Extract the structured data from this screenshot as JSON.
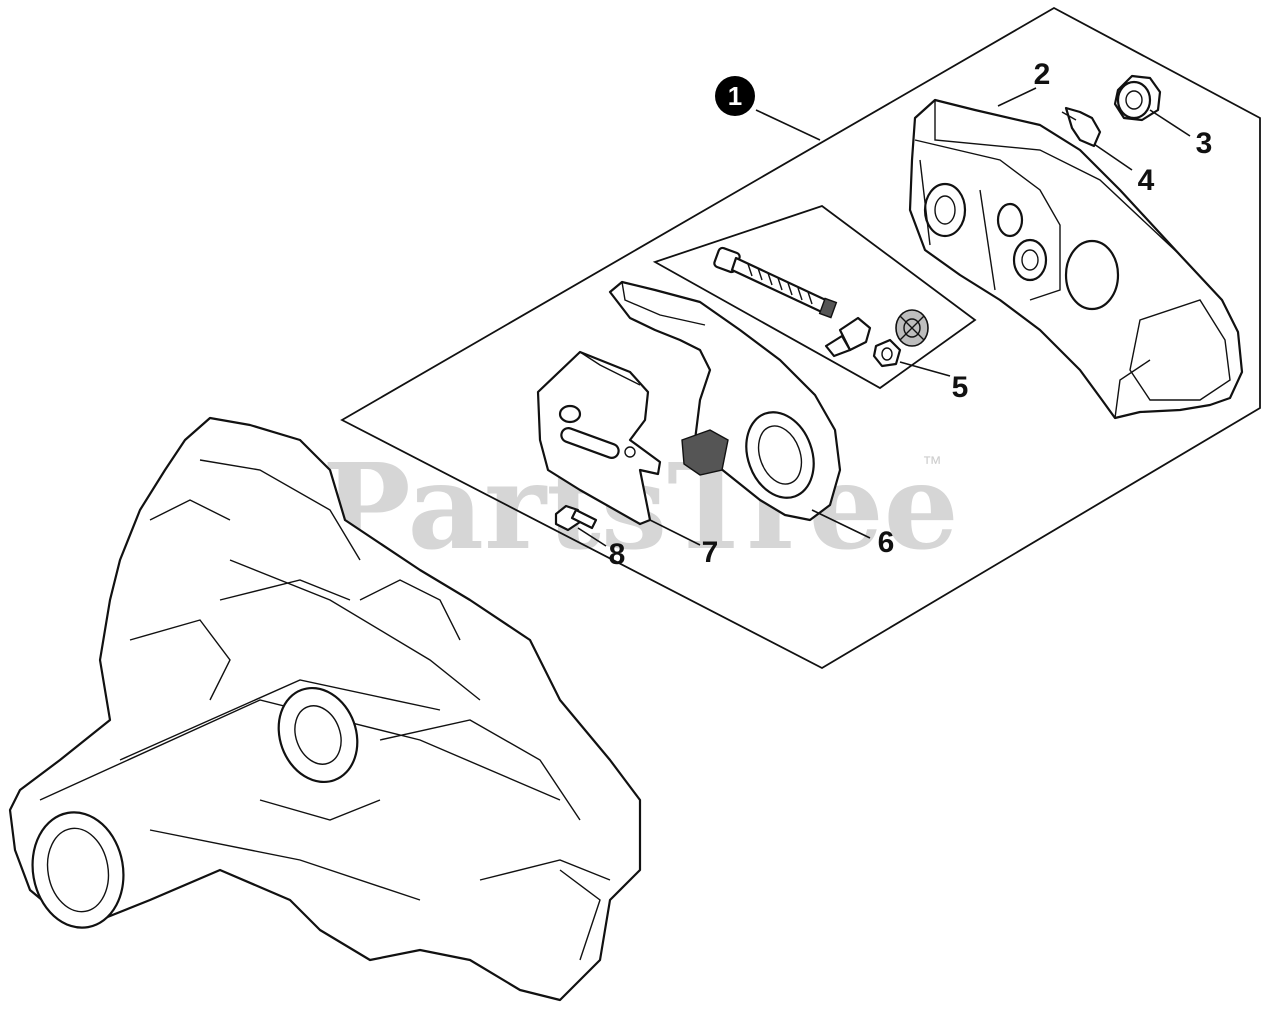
{
  "watermark": {
    "text": "PartsTree",
    "trademark": "™"
  },
  "callouts": [
    {
      "id": "1",
      "label": "1",
      "style": "filled-circle"
    },
    {
      "id": "2",
      "label": "2"
    },
    {
      "id": "3",
      "label": "3"
    },
    {
      "id": "4",
      "label": "4"
    },
    {
      "id": "5",
      "label": "5"
    },
    {
      "id": "6",
      "label": "6"
    },
    {
      "id": "7",
      "label": "7"
    },
    {
      "id": "8",
      "label": "8"
    }
  ]
}
